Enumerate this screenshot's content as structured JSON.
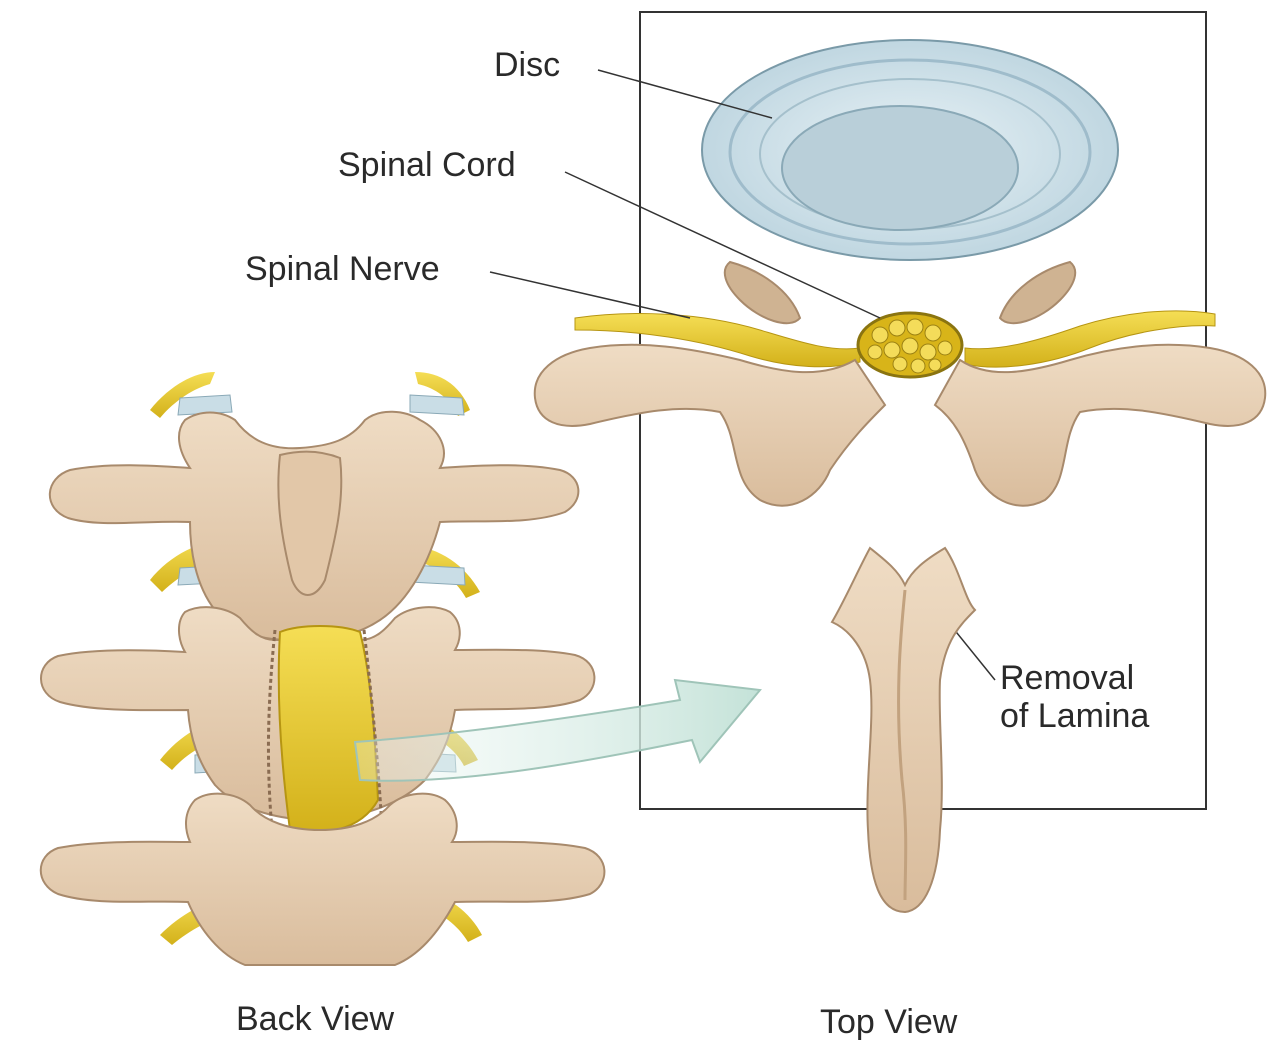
{
  "labels": {
    "disc": "Disc",
    "spinal_cord": "Spinal Cord",
    "spinal_nerve": "Spinal Nerve",
    "removal_line1": "Removal",
    "removal_line2": "of Lamina"
  },
  "captions": {
    "back_view": "Back View",
    "top_view": "Top View"
  },
  "colors": {
    "bone": "#e6cdb1",
    "bone_shadow": "#b39578",
    "nerve": "#e8c92a",
    "disc_outer": "#c9dde6",
    "disc_inner": "#a9c4d0",
    "arrow": "#d4ebe4",
    "frame": "#333333"
  },
  "icons": [
    "spine-back-view",
    "vertebra-top-view",
    "lamina-bone",
    "transfer-arrow"
  ]
}
